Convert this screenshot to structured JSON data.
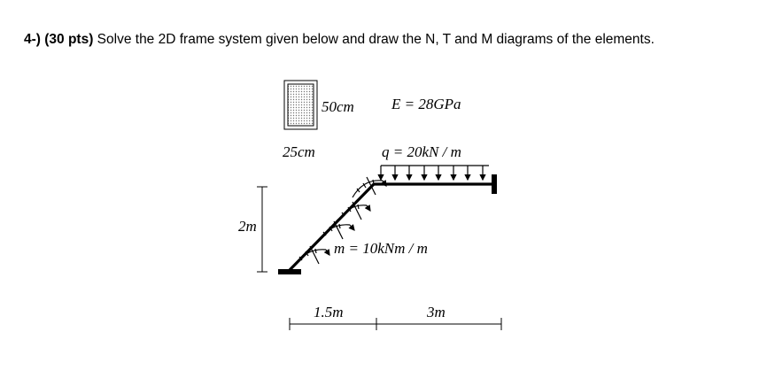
{
  "question": {
    "number": "4-) (30 pts)",
    "text": " Solve the 2D frame system given below and draw the N, T and M diagrams of the elements."
  },
  "section": {
    "height_label": "50cm",
    "width_label": "25cm"
  },
  "material": {
    "modulus_label": "E = 28GPa"
  },
  "loads": {
    "distributed_label": "q = 20kN / m",
    "moment_label": "m = 10kNm / m"
  },
  "dimensions": {
    "vertical_label": "2m",
    "horizontal_left_label": "1.5m",
    "horizontal_right_label": "3m"
  },
  "colors": {
    "ink": "#000000",
    "section_fill": "#d9d9d9"
  }
}
